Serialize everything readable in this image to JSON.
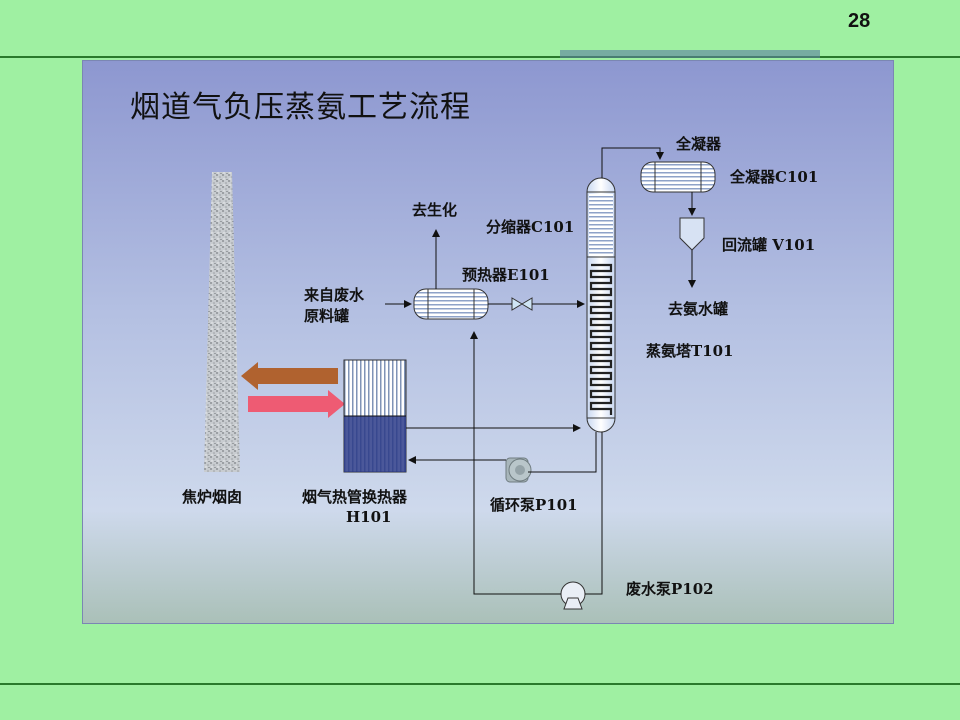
{
  "page_number": "28",
  "title": "烟道气负压蒸氨工艺流程",
  "labels": {
    "quanningqi": "全凝器",
    "quanningqi_c101": "全凝器C101",
    "qushenghua": "去生化",
    "fensuoqi": "分缩器C101",
    "huiliuguan": "回流罐 V101",
    "yureqi": "预热器E101",
    "laizi_line1": "来自废水",
    "laizi_line2": "原料罐",
    "quanshuiguan": "去氨水罐",
    "zhengangta": "蒸氨塔T101",
    "jiaolu_yantong": "焦炉烟囱",
    "yanqi_line1": "烟气热管换热器",
    "yanqi_line2": "H101",
    "xunhuanbeng": "循环泵P101",
    "feishuibeng": "废水泵P102"
  },
  "colors": {
    "background": "#9ff0a2",
    "arrow_brown": "#b0622f",
    "arrow_pink": "#ee5b73",
    "exchanger_blue": "#2b3b88"
  }
}
